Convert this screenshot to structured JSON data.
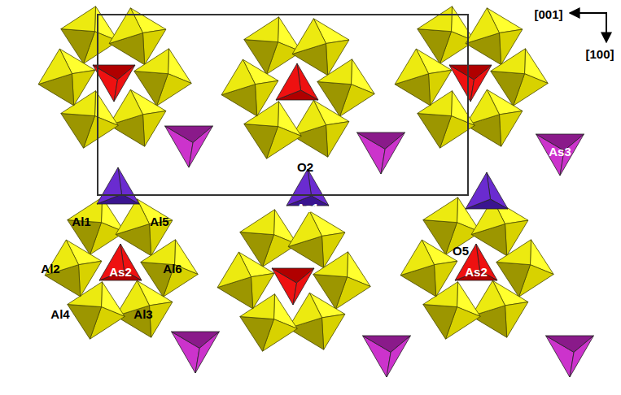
{
  "diagram": {
    "labels": [
      "[001]",
      "[100]",
      "O2",
      "As1",
      "As3",
      "Al1",
      "Al5",
      "As2",
      "Al2",
      "Al6",
      "Al4",
      "Al3",
      "O5",
      "As2"
    ]
  }
}
